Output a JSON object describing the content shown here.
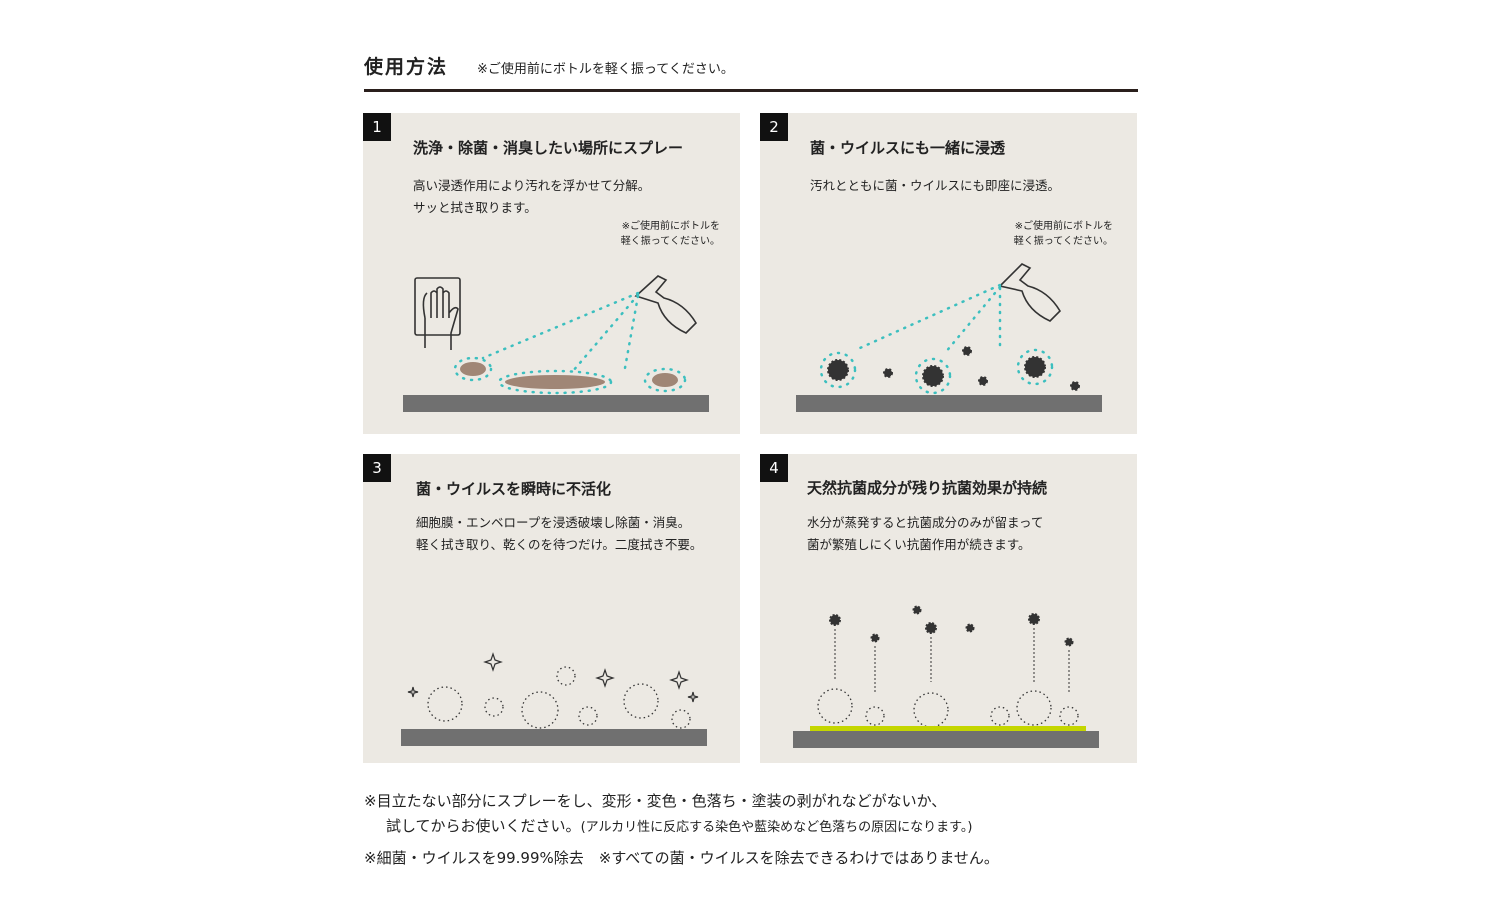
{
  "header": {
    "title": "使用方法",
    "note": "※ご使用前にボトルを軽く振ってください。"
  },
  "steps": [
    {
      "num": "1",
      "title": "洗浄・除菌・消臭したい場所にスプレー",
      "desc": [
        "高い浸透作用により汚れを浮かせて分解。",
        "サッと拭き取ります。"
      ],
      "note": [
        "※ご使用前にボトルを",
        "軽く振ってください。"
      ]
    },
    {
      "num": "2",
      "title": "菌・ウイルスにも一緒に浸透",
      "desc": [
        "汚れとともに菌・ウイルスにも即座に浸透。"
      ],
      "note": [
        "※ご使用前にボトルを",
        "軽く振ってください。"
      ]
    },
    {
      "num": "3",
      "title": "菌・ウイルスを瞬時に不活化",
      "desc": [
        "細胞膜・エンベロープを浸透破壊し除菌・消臭。",
        "軽く拭き取り、乾くのを待つだけ。二度拭き不要。"
      ]
    },
    {
      "num": "4",
      "title": "天然抗菌成分が残り抗菌効果が持続",
      "desc": [
        "水分が蒸発すると抗菌成分のみが留まって",
        "菌が繁殖しにくい抗菌作用が続きます。"
      ]
    }
  ],
  "footer": {
    "line1": "※目立たない部分にスプレーをし、変形・変色・色落ち・塗装の剥がれなどがないか、",
    "line2": "試してからお使いください。",
    "line2_small": "(アルカリ性に反応する染色や藍染めなど色落ちの原因になります。)",
    "line3": "※細菌・ウイルスを99.99%除去　※すべての菌・ウイルスを除去できるわけではありません。"
  },
  "colors": {
    "panel": "#ece9e3",
    "floor": "#707070",
    "spray": "#3cbfbf",
    "stain": "#a08676",
    "coating": "#c4d600"
  }
}
